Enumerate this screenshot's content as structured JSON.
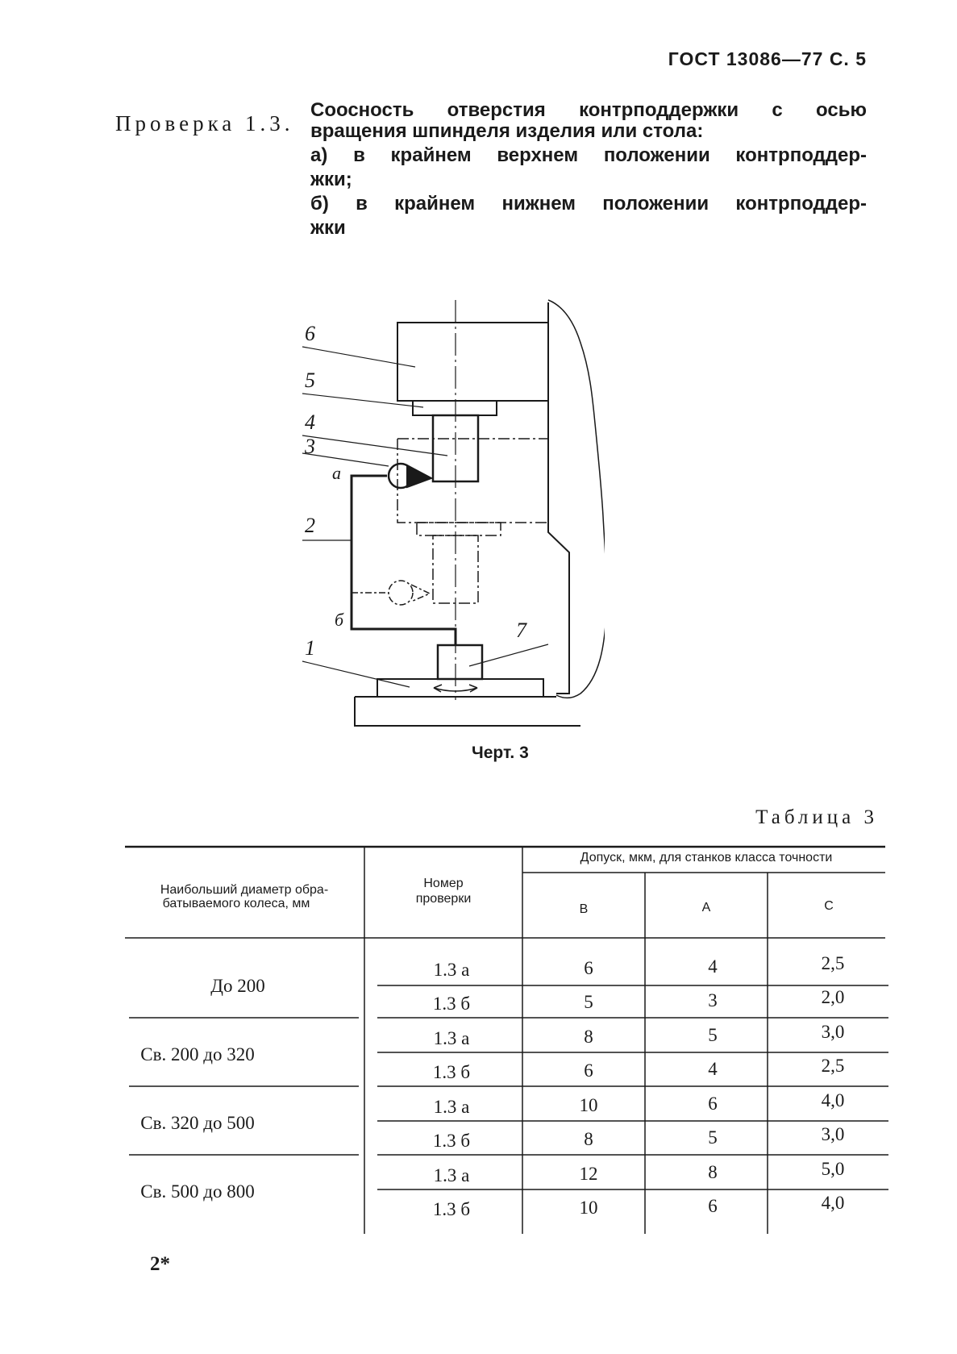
{
  "header": {
    "text": "ГОСТ 13086—77 С. 5"
  },
  "check": {
    "label": "Проверка 1.3.",
    "title_line1": "Соосность отверстия контрподдержки с осью",
    "title_line2": "вращения шпинделя изделия или стола:",
    "item_a_line1": "а) в крайнем верхнем положении контрподдер-",
    "item_a_line2": "жки;",
    "item_b_line1": "б) в крайнем нижнем положении контрподдер-",
    "item_b_line2": "жки"
  },
  "figure": {
    "labels": [
      "1",
      "2",
      "3",
      "4",
      "5",
      "6",
      "7"
    ],
    "label_a": "а",
    "label_b": "б",
    "caption": "Черт. 3"
  },
  "table": {
    "label": "Таблица 3",
    "col_diameter": [
      "Наибольший диаметр обра-",
      "батываемого колеса, мм"
    ],
    "col_check": [
      "Номер",
      "проверки"
    ],
    "col_tolerance": "Допуск, мкм, для станков класса точности",
    "classes": [
      "В",
      "А",
      "С"
    ],
    "groups": [
      {
        "diameter": "До 200",
        "rows": [
          {
            "check": "1.3 а",
            "values": [
              "6",
              "4",
              "2,5"
            ]
          },
          {
            "check": "1.3 б",
            "values": [
              "5",
              "3",
              "2,0"
            ]
          }
        ]
      },
      {
        "diameter": "Св. 200 до 320",
        "rows": [
          {
            "check": "1.3 а",
            "values": [
              "8",
              "5",
              "3,0"
            ]
          },
          {
            "check": "1.3 б",
            "values": [
              "6",
              "4",
              "2,5"
            ]
          }
        ]
      },
      {
        "diameter": "Св. 320 до 500",
        "rows": [
          {
            "check": "1.3 а",
            "values": [
              "10",
              "6",
              "4,0"
            ]
          },
          {
            "check": "1.3 б",
            "values": [
              "8",
              "5",
              "3,0"
            ]
          }
        ]
      },
      {
        "diameter": "Св. 500 до 800",
        "rows": [
          {
            "check": "1.3 а",
            "values": [
              "12",
              "8",
              "5,0"
            ]
          },
          {
            "check": "1.3 б",
            "values": [
              "10",
              "6",
              "4,0"
            ]
          }
        ]
      }
    ]
  },
  "footer": {
    "page_mark": "2*"
  }
}
